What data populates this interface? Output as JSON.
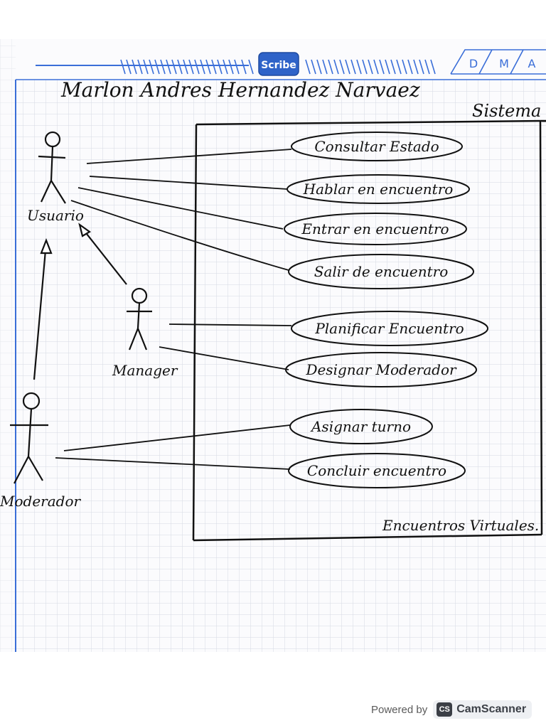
{
  "header": {
    "author": "Marlon Andres Hernandez Narvaez",
    "brand": "Scribe",
    "date_boxes": [
      "D",
      "M",
      "A"
    ]
  },
  "diagram": {
    "system_label": "Sistema",
    "system_name": "Encuentros Virtuales.",
    "actors": [
      "Usuario",
      "Manager",
      "Moderador"
    ],
    "use_cases": [
      "Consultar Estado",
      "Hablar en encuentro",
      "Entrar en encuentro",
      "Salir de encuentro",
      "Planificar Encuentro",
      "Designar Moderador",
      "Asignar turno",
      "Concluir encuentro"
    ]
  },
  "footer": {
    "powered_by": "Powered by",
    "app_name": "CamScanner",
    "icon_letters": "CS"
  },
  "colors": {
    "grid": "#d3d7e0",
    "margin_line": "#3a6ed8",
    "ink": "#111111"
  }
}
